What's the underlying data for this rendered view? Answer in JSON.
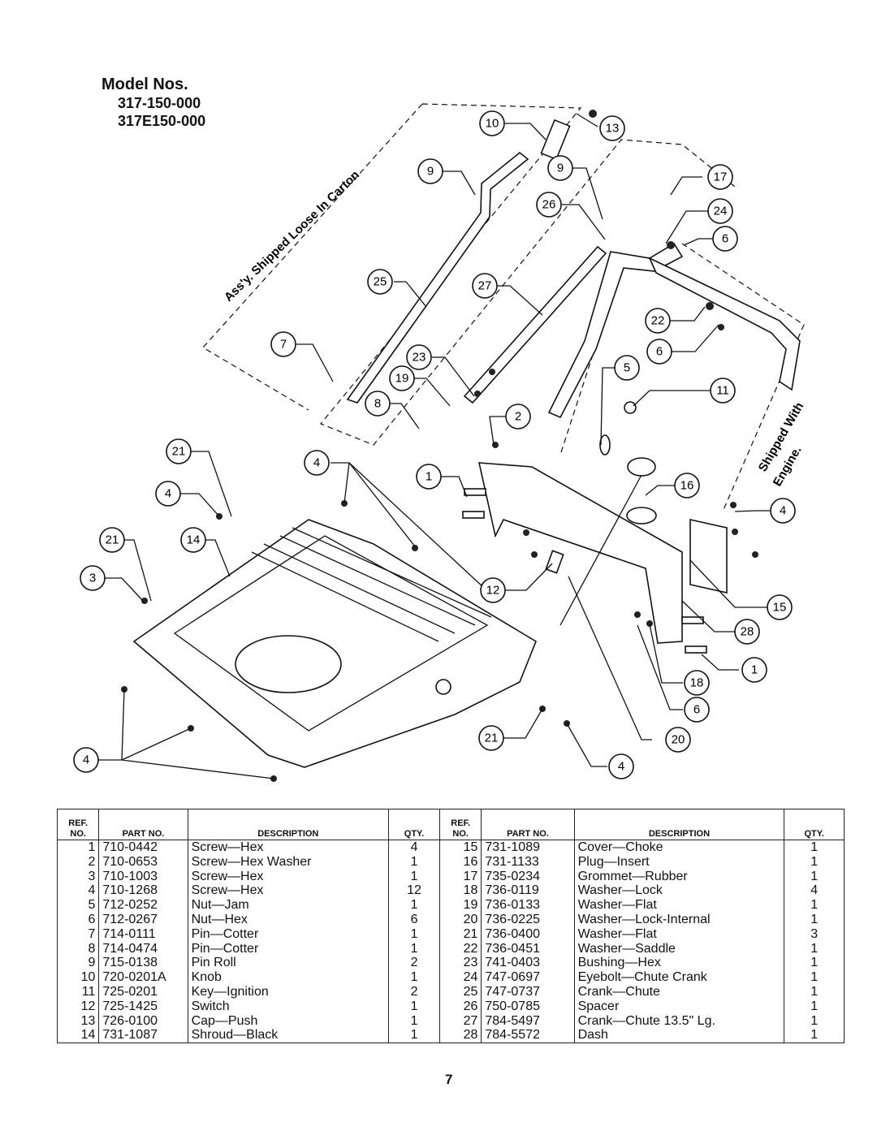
{
  "header": {
    "title": "Model Nos.",
    "models": [
      "317-150-000",
      "317E150-000"
    ]
  },
  "diagram": {
    "notes": {
      "loose": "Ass'y. Shipped Loose In Carton",
      "engine_1": "Shipped With",
      "engine_2": "Engine."
    },
    "callouts": [
      "10",
      "13",
      "9",
      "9",
      "17",
      "26",
      "24",
      "6",
      "25",
      "27",
      "22",
      "6",
      "7",
      "23",
      "5",
      "19",
      "11",
      "8",
      "2",
      "21",
      "4",
      "1",
      "16",
      "4",
      "21",
      "14",
      "4",
      "3",
      "12",
      "15",
      "28",
      "1",
      "18",
      "6",
      "21",
      "20",
      "4",
      "4"
    ]
  },
  "table": {
    "headers": {
      "ref": "REF. NO.",
      "part": "PART NO.",
      "description": "DESCRIPTION",
      "qty": "QTY."
    },
    "rows": [
      {
        "l": {
          "ref": "1",
          "part": "710-0442",
          "desc": "Screw—Hex",
          "qty": "4"
        },
        "r": {
          "ref": "15",
          "part": "731-1089",
          "desc": "Cover—Choke",
          "qty": "1"
        }
      },
      {
        "l": {
          "ref": "2",
          "part": "710-0653",
          "desc": "Screw—Hex Washer",
          "qty": "1"
        },
        "r": {
          "ref": "16",
          "part": "731-1133",
          "desc": "Plug—Insert",
          "qty": "1"
        }
      },
      {
        "l": {
          "ref": "3",
          "part": "710-1003",
          "desc": "Screw—Hex",
          "qty": "1"
        },
        "r": {
          "ref": "17",
          "part": "735-0234",
          "desc": "Grommet—Rubber",
          "qty": "1"
        }
      },
      {
        "l": {
          "ref": "4",
          "part": "710-1268",
          "desc": "Screw—Hex",
          "qty": "12"
        },
        "r": {
          "ref": "18",
          "part": "736-0119",
          "desc": "Washer—Lock",
          "qty": "4"
        }
      },
      {
        "l": {
          "ref": "5",
          "part": "712-0252",
          "desc": "Nut—Jam",
          "qty": "1"
        },
        "r": {
          "ref": "19",
          "part": "736-0133",
          "desc": "Washer—Flat",
          "qty": "1"
        }
      },
      {
        "l": {
          "ref": "6",
          "part": "712-0267",
          "desc": "Nut—Hex",
          "qty": "6"
        },
        "r": {
          "ref": "20",
          "part": "736-0225",
          "desc": "Washer—Lock-Internal",
          "qty": "1"
        }
      },
      {
        "l": {
          "ref": "7",
          "part": "714-0111",
          "desc": "Pin—Cotter",
          "qty": "1"
        },
        "r": {
          "ref": "21",
          "part": "736-0400",
          "desc": "Washer—Flat",
          "qty": "3"
        }
      },
      {
        "l": {
          "ref": "8",
          "part": "714-0474",
          "desc": "Pin—Cotter",
          "qty": "1"
        },
        "r": {
          "ref": "22",
          "part": "736-0451",
          "desc": "Washer—Saddle",
          "qty": "1"
        }
      },
      {
        "l": {
          "ref": "9",
          "part": "715-0138",
          "desc": "Pin Roll",
          "qty": "2"
        },
        "r": {
          "ref": "23",
          "part": "741-0403",
          "desc": "Bushing—Hex",
          "qty": "1"
        }
      },
      {
        "l": {
          "ref": "10",
          "part": "720-0201A",
          "desc": "Knob",
          "qty": "1"
        },
        "r": {
          "ref": "24",
          "part": "747-0697",
          "desc": "Eyebolt—Chute Crank",
          "qty": "1"
        }
      },
      {
        "l": {
          "ref": "11",
          "part": "725-0201",
          "desc": "Key—Ignition",
          "qty": "2"
        },
        "r": {
          "ref": "25",
          "part": "747-0737",
          "desc": "Crank—Chute",
          "qty": "1"
        }
      },
      {
        "l": {
          "ref": "12",
          "part": "725-1425",
          "desc": "Switch",
          "qty": "1"
        },
        "r": {
          "ref": "26",
          "part": "750-0785",
          "desc": "Spacer",
          "qty": "1"
        }
      },
      {
        "l": {
          "ref": "13",
          "part": "726-0100",
          "desc": "Cap—Push",
          "qty": "1"
        },
        "r": {
          "ref": "27",
          "part": "784-5497",
          "desc": "Crank—Chute 13.5\" Lg.",
          "qty": "1"
        }
      },
      {
        "l": {
          "ref": "14",
          "part": "731-1087",
          "desc": "Shroud—Black",
          "qty": "1"
        },
        "r": {
          "ref": "28",
          "part": "784-5572",
          "desc": "Dash",
          "qty": "1"
        }
      }
    ]
  },
  "page_number": "7"
}
